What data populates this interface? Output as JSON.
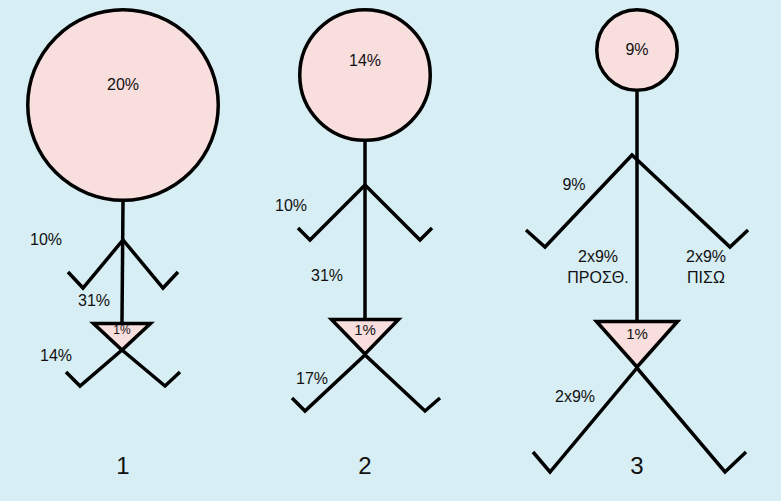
{
  "diagram": {
    "nodes": [
      {
        "text": [
          "20%"
        ]
      },
      {
        "text": [
          "1%"
        ]
      },
      {
        "text": [
          "14%"
        ]
      },
      {
        "text": [
          "1%"
        ]
      },
      {
        "text": [
          "9%"
        ]
      },
      {
        "text": [
          "1%"
        ]
      }
    ],
    "edges": [
      {
        "from": 0,
        "to": 1,
        "arrow": "none"
      },
      {
        "from": 2,
        "to": 3,
        "arrow": "none"
      },
      {
        "from": 4,
        "to": 5,
        "arrow": "none"
      }
    ],
    "labels": [
      "10%",
      "31%",
      "14%",
      "1",
      "10%",
      "31%",
      "17%",
      "2",
      "9%",
      "2x9% ΠΡΟΣΘ.",
      "2x9% ΠΙΣΩ",
      "2x9%",
      "3"
    ]
  }
}
